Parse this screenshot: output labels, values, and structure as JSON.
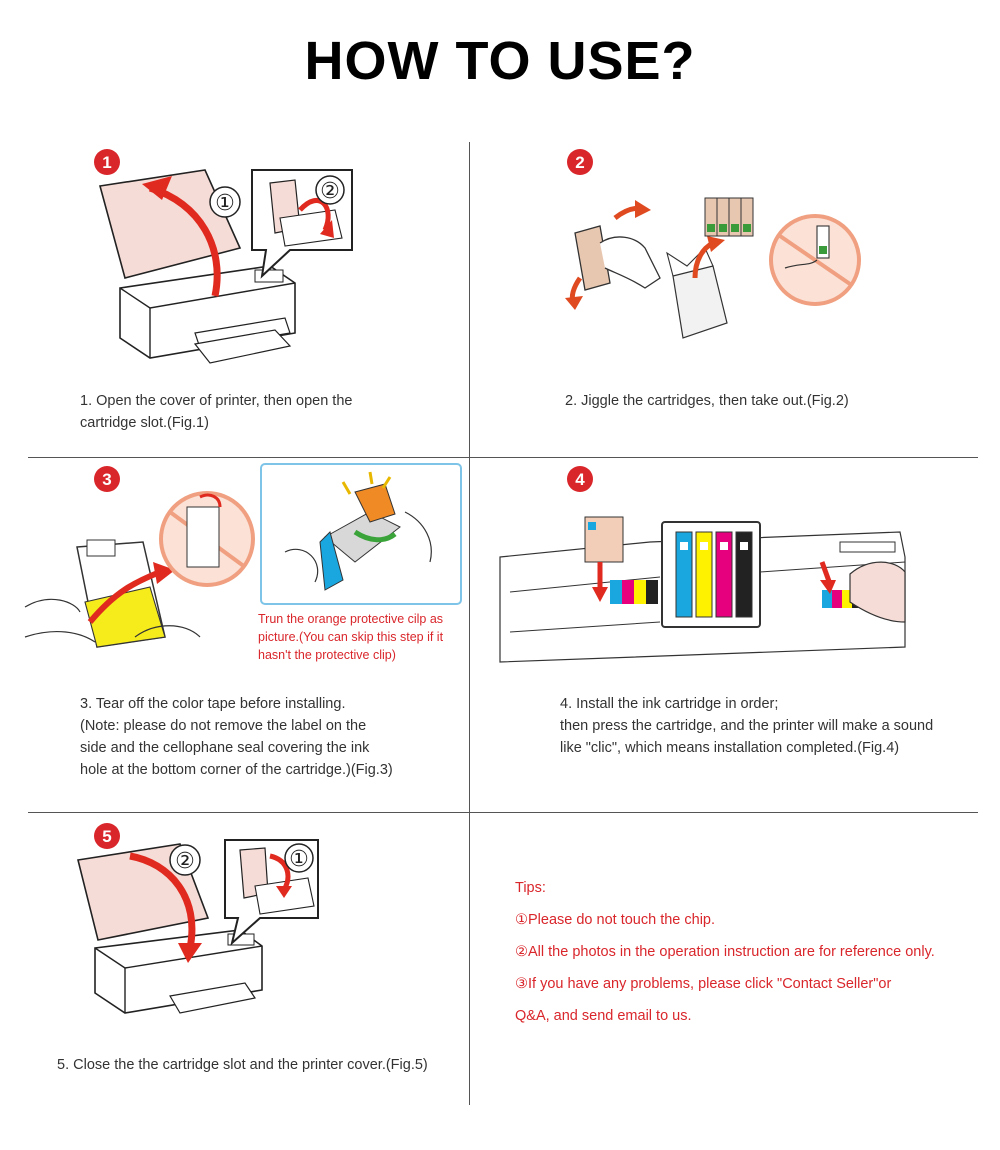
{
  "page": {
    "title": "HOW TO USE?"
  },
  "steps": [
    {
      "badge": "1",
      "marks": [
        "①",
        "②"
      ],
      "caption": [
        "1. Open the cover of printer, then open the",
        "cartridge slot.(Fig.1)"
      ]
    },
    {
      "badge": "2",
      "caption": [
        "2. Jiggle the cartridges, then take out.(Fig.2)"
      ]
    },
    {
      "badge": "3",
      "note": [
        "Trun the orange protective cilp as",
        "picture.(You can skip this step if it",
        "hasn't the protective clip)"
      ],
      "caption": [
        "3. Tear off the color tape before installing.",
        "(Note: please do not remove the label on the",
        "side and the cellophane seal covering the ink",
        "hole at the bottom corner of the cartridge.)(Fig.3)"
      ]
    },
    {
      "badge": "4",
      "caption": [
        "4. Install the ink cartridge in order;",
        "then press the cartridge, and the printer will make a sound",
        "like \"clic\", which means installation completed.(Fig.4)"
      ]
    },
    {
      "badge": "5",
      "marks": [
        "②",
        "①"
      ],
      "caption": [
        "5. Close the the cartridge slot and the printer cover.(Fig.5)"
      ]
    }
  ],
  "tips": {
    "heading": "Tips:",
    "items": [
      "①Please do not touch the chip.",
      "②All the photos in the operation instruction are for reference only.",
      "③If you have any problems, please click \"Contact Seller\"or",
      "Q&A, and send email to us."
    ]
  },
  "colors": {
    "badge_red": "#d9262b",
    "arrow_red": "#e02a1f",
    "no_sign_orange": "#f0a080",
    "lid_pink": "#f6dcd6",
    "tape_yellow": "#f6ec1c",
    "orange_clip": "#f08a24",
    "cyan": "#1aa7e0",
    "magenta": "#e6007e",
    "yellow": "#fff200",
    "black": "#222222"
  }
}
